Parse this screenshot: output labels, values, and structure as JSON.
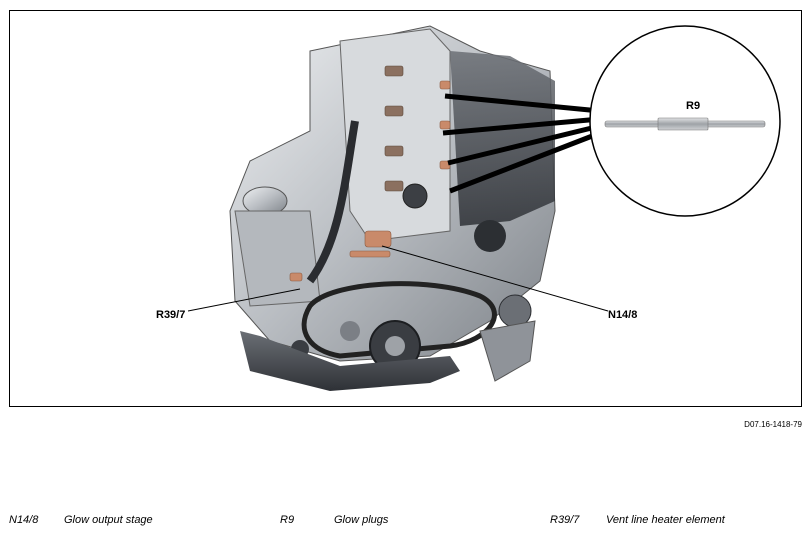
{
  "figure": {
    "callouts": {
      "r9": "R9",
      "r39_7": "R39/7",
      "n14_8": "N14/8"
    },
    "colors": {
      "engine_metal": "#c9ccd0",
      "engine_dark": "#3a3d42",
      "copper": "#c98a6a",
      "leader": "#000000"
    }
  },
  "doc_id": "D07.16-1418-79",
  "legend": [
    {
      "code": "N14/8",
      "description": "Glow output stage"
    },
    {
      "code": "R9",
      "description": "Glow plugs"
    },
    {
      "code": "R39/7",
      "description": "Vent line heater element"
    }
  ]
}
